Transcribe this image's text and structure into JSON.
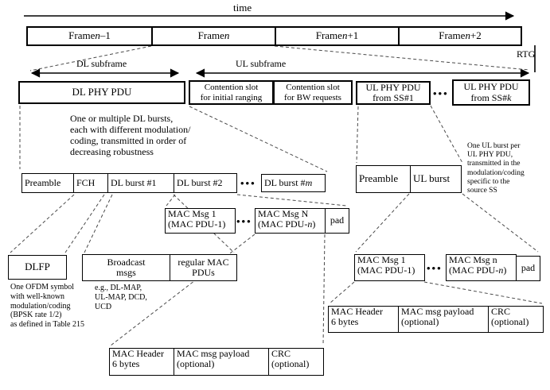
{
  "labels": {
    "time": "time",
    "dl_subframe": "DL subframe",
    "ul_subframe": "UL subframe",
    "rtg": "RTG"
  },
  "frame_row": {
    "cells": [
      {
        "pre": "Frame ",
        "var": "n",
        "post": "–1"
      },
      {
        "pre": "Frame ",
        "var": "n",
        "post": ""
      },
      {
        "pre": "Frame ",
        "var": "n",
        "post": "+1"
      },
      {
        "pre": "Frame ",
        "var": "n",
        "post": "+2"
      }
    ]
  },
  "subframe_row": {
    "dl_phy_pdu": "DL PHY PDU",
    "contention_ranging": {
      "line1": "Contention slot",
      "line2": "for initial ranging"
    },
    "contention_bw": {
      "line1": "Contention slot",
      "line2": "for BW requests"
    },
    "ul_phy_ss1": {
      "line1": "UL PHY PDU",
      "line2": "from SS#1"
    },
    "dots": "•••",
    "ul_phy_ssk": {
      "line1": "UL PHY PDU",
      "line2_pre": "from SS#",
      "line2_var": "k",
      "line2_post": ""
    }
  },
  "dl_burst_row": {
    "preamble": "Preamble",
    "fch": "FCH",
    "burst1": "DL burst #1",
    "burst2": "DL burst #2",
    "dots": "•••",
    "burstm_pre": "DL burst #",
    "burstm_var": "m"
  },
  "ul_burst_row": {
    "preamble": "Preamble",
    "ul_burst": "UL burst"
  },
  "dl_mac_row": {
    "msg1_l1": "MAC Msg 1",
    "msg1_l2": "(MAC PDU-1)",
    "dots": "•••",
    "msgn_l1": "MAC Msg N",
    "msgn_l2_pre": "(MAC PDU-",
    "msgn_l2_var": "n",
    "msgn_l2_post": ")",
    "pad": "pad"
  },
  "ul_mac_row": {
    "msg1_l1": "MAC Msg 1",
    "msg1_l2": "(MAC PDU-1)",
    "dots": "•••",
    "msgn_l1": "MAC Msg n",
    "msgn_l2_pre": "(MAC PDU-",
    "msgn_l2_var": "n",
    "msgn_l2_post": ")",
    "pad": "pad"
  },
  "dlfp": {
    "label": "DLFP"
  },
  "broadcast": {
    "line1": "Broadcast",
    "line2": "msgs"
  },
  "regular": {
    "line1": "regular MAC",
    "line2": "PDUs"
  },
  "notes": {
    "dl_bursts": {
      "l1": "One or multiple DL bursts,",
      "l2": "each with different modulation/",
      "l3": "coding, transmitted in order of",
      "l4": "decreasing robustness"
    },
    "ul_burst": {
      "l1": "One UL burst per",
      "l2": "UL PHY PDU,",
      "l3": "transmitted in the",
      "l4": "modulation/coding",
      "l5": "specific to the",
      "l6": "source SS"
    },
    "dlfp": {
      "l1": "One OFDM symbol",
      "l2": "with well-known",
      "l3": "modulation/coding",
      "l4": "(BPSK rate 1/2)",
      "l5": "as defined in Table 215"
    },
    "broadcast": {
      "l1": "e.g., DL-MAP,",
      "l2": "UL-MAP, DCD,",
      "l3": "UCD"
    }
  },
  "mac_pdu_left": {
    "c1_l1": "MAC Header",
    "c1_l2": "6 bytes",
    "c2_l1": "MAC msg payload",
    "c2_l2": "(optional)",
    "c3_l1": "CRC",
    "c3_l2": "(optional)"
  },
  "mac_pdu_right": {
    "c1_l1": "MAC Header",
    "c1_l2": "6 bytes",
    "c2_l1": "MAC msg payload",
    "c2_l2": "(optional)",
    "c3_l1": "CRC",
    "c3_l2": "(optional)"
  },
  "colors": {
    "ink": "#000000",
    "dashed_line": "#4a4a4a",
    "background": "#ffffff"
  }
}
